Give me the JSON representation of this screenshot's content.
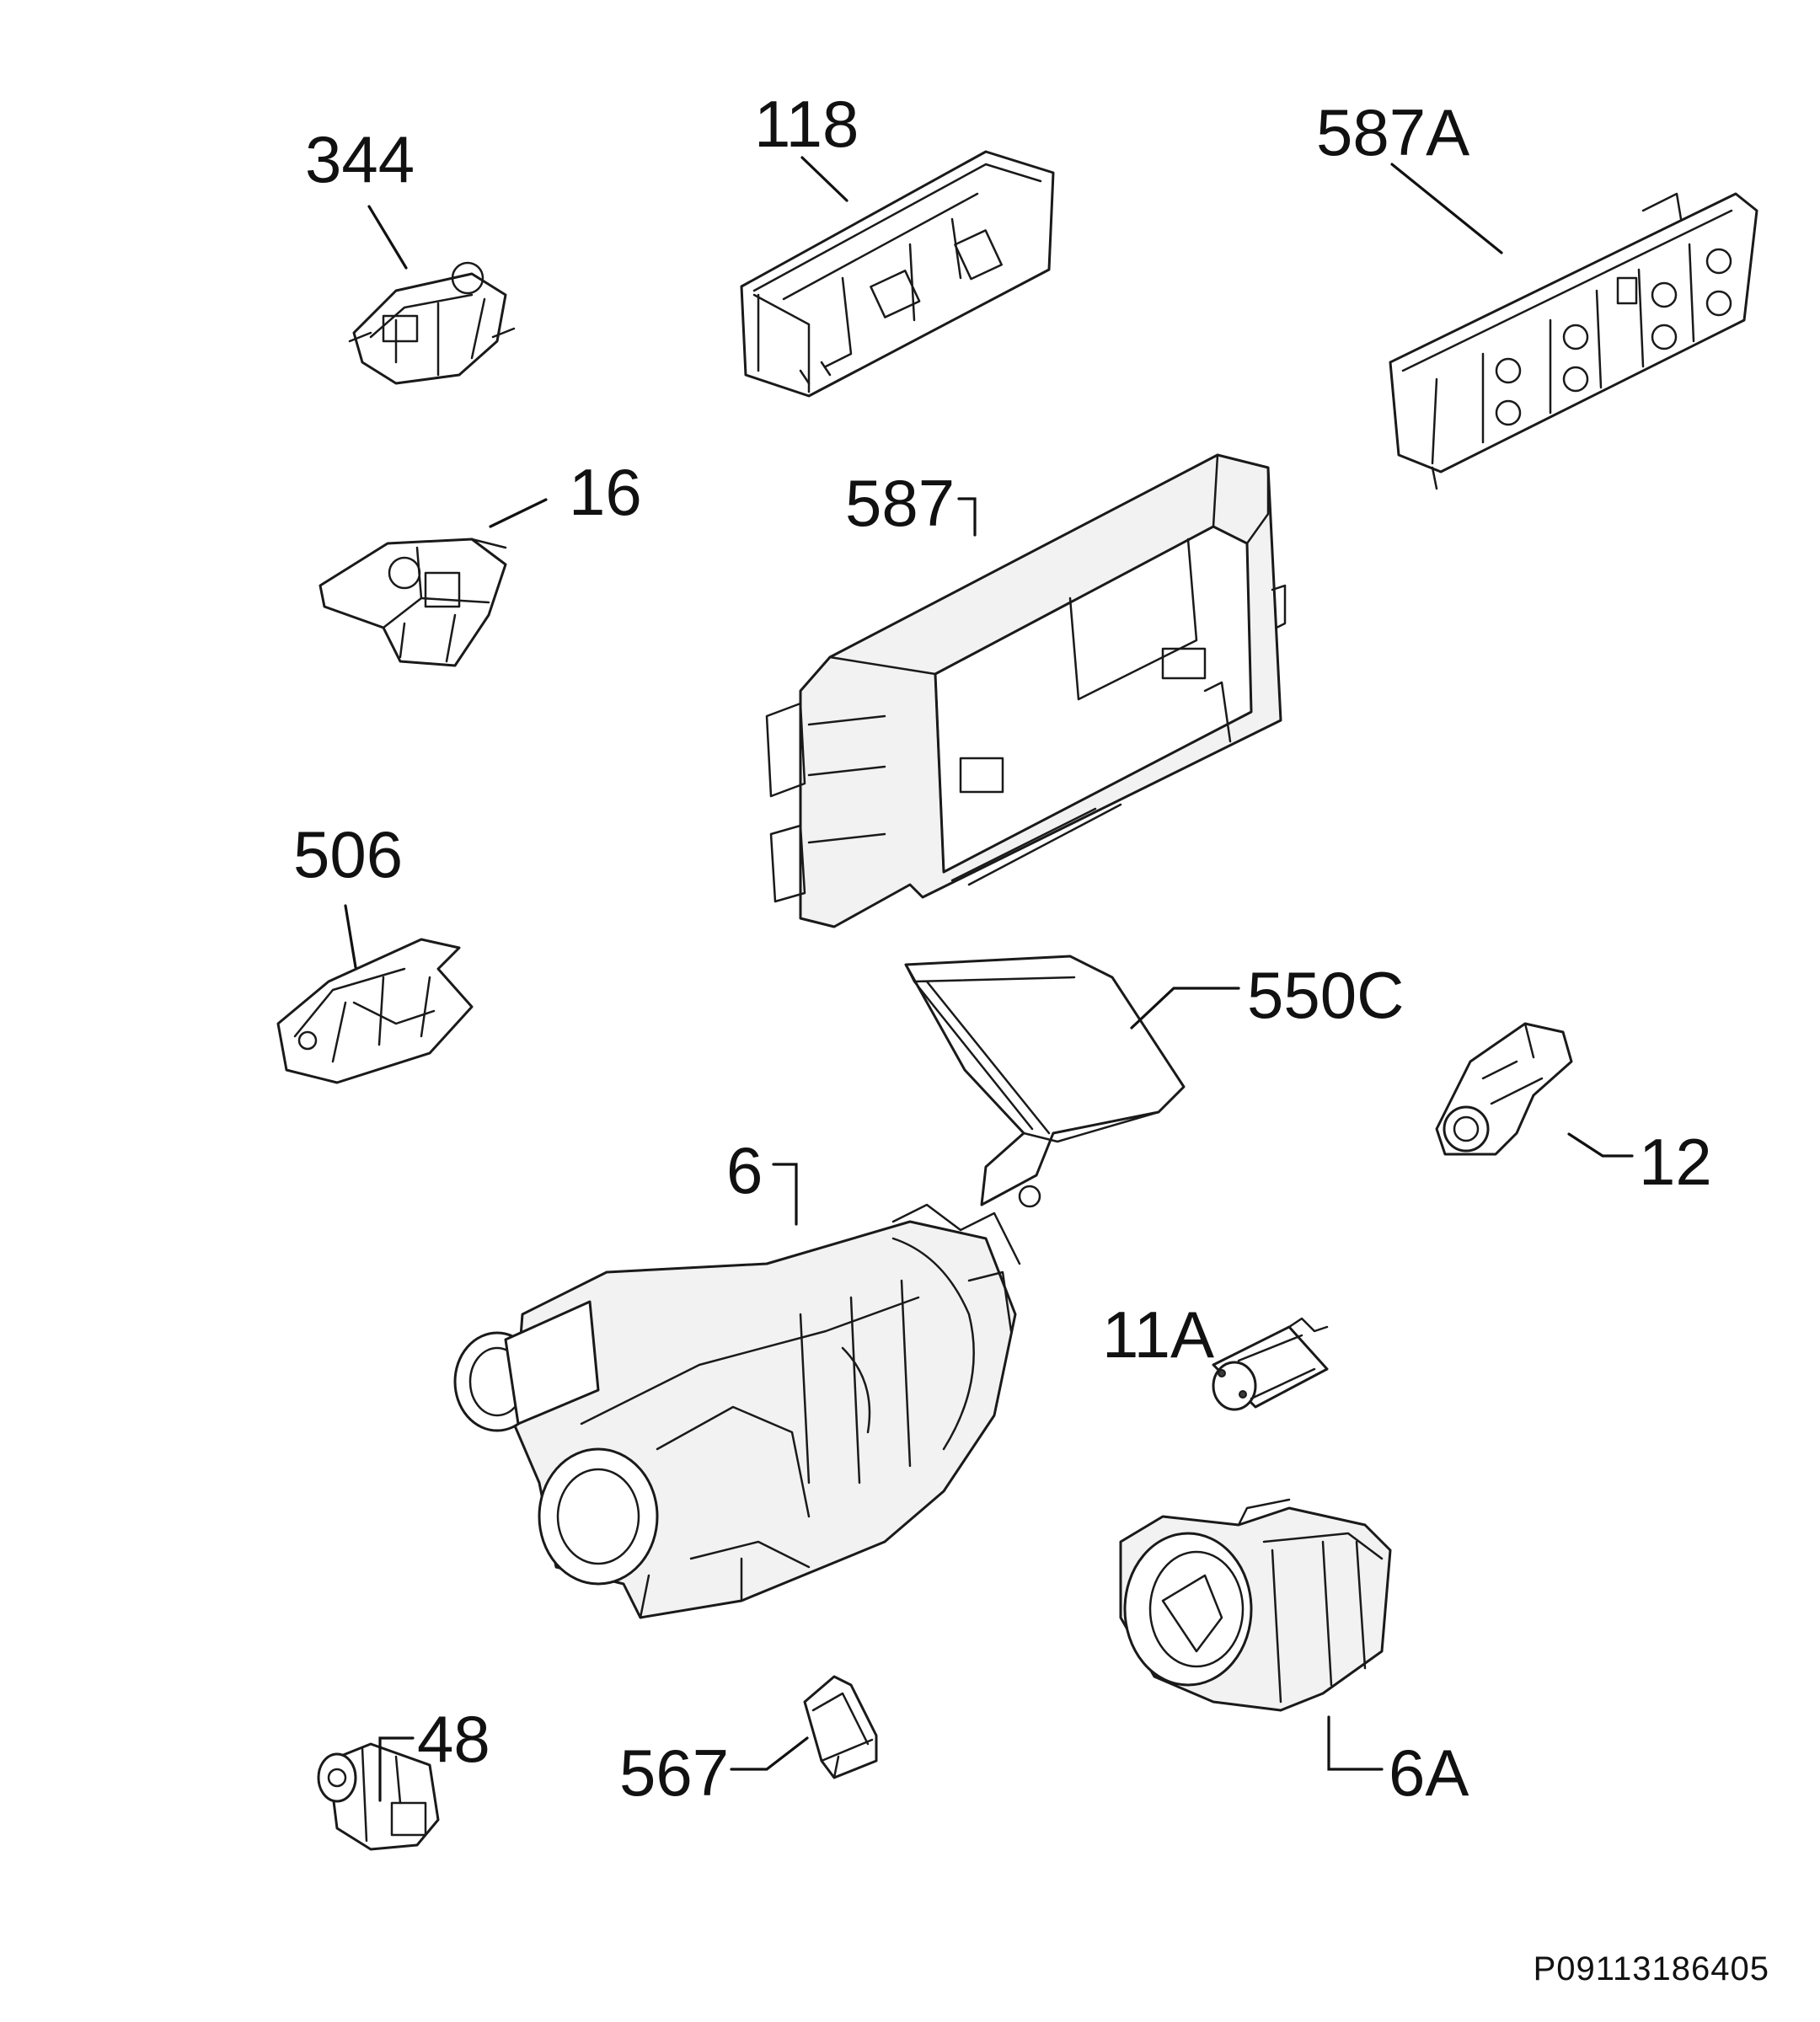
{
  "diagram": {
    "document_code": "P09113186405",
    "parts": [
      {
        "id": "344",
        "label": "344"
      },
      {
        "id": "118",
        "label": "118"
      },
      {
        "id": "587A",
        "label": "587A"
      },
      {
        "id": "16",
        "label": "16"
      },
      {
        "id": "587",
        "label": "587"
      },
      {
        "id": "506",
        "label": "506"
      },
      {
        "id": "550C",
        "label": "550C"
      },
      {
        "id": "12",
        "label": "12"
      },
      {
        "id": "6",
        "label": "6"
      },
      {
        "id": "11A",
        "label": "11A"
      },
      {
        "id": "6A",
        "label": "6A"
      },
      {
        "id": "48",
        "label": "48"
      },
      {
        "id": "567",
        "label": "567"
      }
    ]
  }
}
